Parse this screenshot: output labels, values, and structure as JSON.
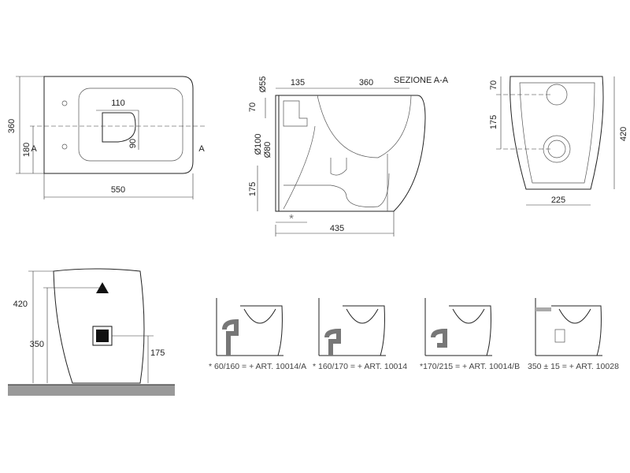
{
  "top_view": {
    "height": "360",
    "half_height": "180",
    "width": "550",
    "bowl_width": "110",
    "bowl_depth": "90",
    "section_mark_left": "A",
    "section_mark_right": "A"
  },
  "section_view": {
    "title": "SEZIONE A-A",
    "dia_inlet": "Ø55",
    "dim_135": "135",
    "dim_360": "360",
    "dim_70": "70",
    "dia_100": "Ø100",
    "dia_80": "Ø80",
    "dim_175": "175",
    "asterisk": "*",
    "dim_435": "435"
  },
  "front_view": {
    "dim_70": "70",
    "dim_175": "175",
    "dim_420": "420",
    "dim_225": "225"
  },
  "side_view": {
    "dim_420": "420",
    "dim_350": "350",
    "dim_175": "175"
  },
  "variants": [
    {
      "caption": "* 60/160   = + ART. 10014/A"
    },
    {
      "caption": "* 160/170  = + ART. 10014"
    },
    {
      "caption": "*170/215  = + ART. 10014/B"
    },
    {
      "caption": "350 ± 15   = + ART. 10028"
    }
  ]
}
